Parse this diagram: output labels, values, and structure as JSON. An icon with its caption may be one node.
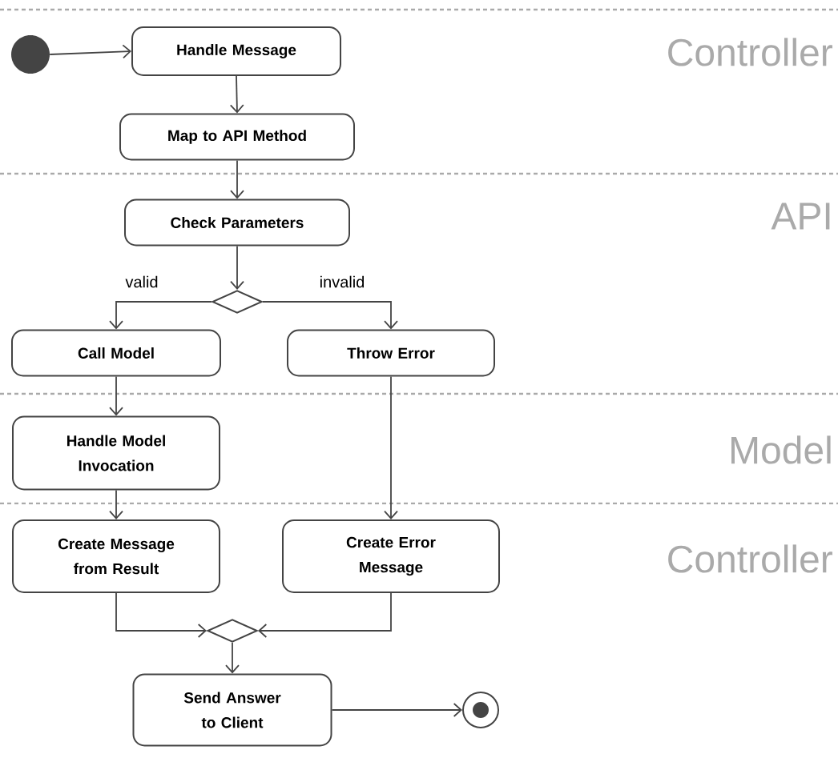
{
  "diagram": {
    "nodes": [
      {
        "text": [],
        "shape": "circle"
      },
      {
        "text": [
          "Handle Message"
        ]
      },
      {
        "text": [
          "Map to API Method"
        ]
      },
      {
        "text": [
          "Check Parameters"
        ]
      },
      {
        "text": [],
        "shape": "diamond"
      },
      {
        "text": [
          "Call Model"
        ]
      },
      {
        "text": [
          "Throw Error"
        ]
      },
      {
        "text": [
          "Handle Model Invocation"
        ]
      },
      {
        "text": [
          "Create Message from Result"
        ]
      },
      {
        "text": [
          "Create Error Message"
        ]
      },
      {
        "text": [],
        "shape": "diamond"
      },
      {
        "text": [
          "Send Answer to Client"
        ]
      },
      {
        "text": [],
        "shape": "bullseye"
      }
    ],
    "edges": [
      {
        "from": 0,
        "to": 1,
        "arrow": "to"
      },
      {
        "from": 1,
        "to": 2,
        "arrow": "to"
      },
      {
        "from": 2,
        "to": 3,
        "arrow": "to"
      },
      {
        "from": 3,
        "to": 4,
        "arrow": "to"
      },
      {
        "from": 4,
        "to": 5,
        "arrow": "to",
        "label": "valid"
      },
      {
        "from": 4,
        "to": 6,
        "arrow": "to",
        "label": "invalid"
      },
      {
        "from": 5,
        "to": 7,
        "arrow": "to"
      },
      {
        "from": 6,
        "to": 9,
        "arrow": "to"
      },
      {
        "from": 7,
        "to": 8,
        "arrow": "to"
      },
      {
        "from": 8,
        "to": 10,
        "arrow": "to"
      },
      {
        "from": 9,
        "to": 10,
        "arrow": "to"
      },
      {
        "from": 10,
        "to": 11,
        "arrow": "to"
      },
      {
        "from": 11,
        "to": 12,
        "arrow": "to"
      }
    ],
    "labels": [
      "Controller",
      "API",
      "Model",
      "Controller"
    ]
  }
}
